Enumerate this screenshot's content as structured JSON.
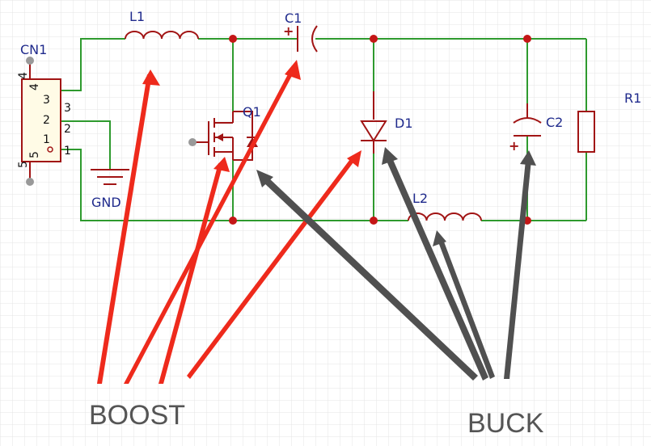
{
  "labels": {
    "cn1": "CN1",
    "l1": "L1",
    "c1": "C1",
    "q1": "Q1",
    "d1": "D1",
    "c2": "C2",
    "r1": "R1",
    "l2": "L2",
    "gnd": "GND",
    "boost": "BOOST",
    "buck": "BUCK"
  },
  "connector_pins": {
    "p1": "1",
    "p1b": "1",
    "p2": "2",
    "p2b": "2",
    "p3": "3",
    "p3b": "3",
    "p4": "4",
    "p4b": "4",
    "p5": "5",
    "p5b": "5"
  },
  "polarity": {
    "c1_plus": "+",
    "c2_plus": "+"
  },
  "colors": {
    "wire": "#2e9a2e",
    "component": "#a11414",
    "label": "#1f2a8c",
    "grid": "#e4e4e4",
    "boost_arrow": "#ee2a1c",
    "buck_arrow": "#505050",
    "caption": "#555555"
  }
}
